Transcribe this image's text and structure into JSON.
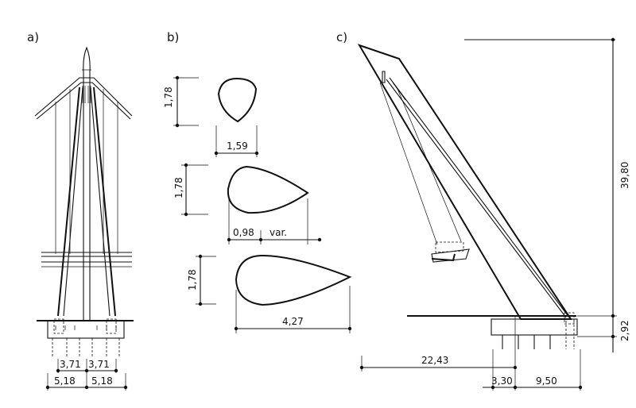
{
  "panels": {
    "a": "a)",
    "b": "b)",
    "c": "c)"
  },
  "a": {
    "dim_inner_left": "3,71",
    "dim_inner_right": "3,71",
    "dim_outer_left": "5,18",
    "dim_outer_right": "5,18"
  },
  "b": {
    "section1_height": "1,78",
    "section1_width": "1,59",
    "section2_height": "1,78",
    "section2_width": "0,98",
    "section2_var": "var.",
    "section3_height": "1,78",
    "section3_width": "4,27"
  },
  "c": {
    "height_total": "39,80",
    "height_foundation": "2,92",
    "horiz_span": "22,43",
    "horiz_small": "3,30",
    "horiz_base": "9,50"
  }
}
